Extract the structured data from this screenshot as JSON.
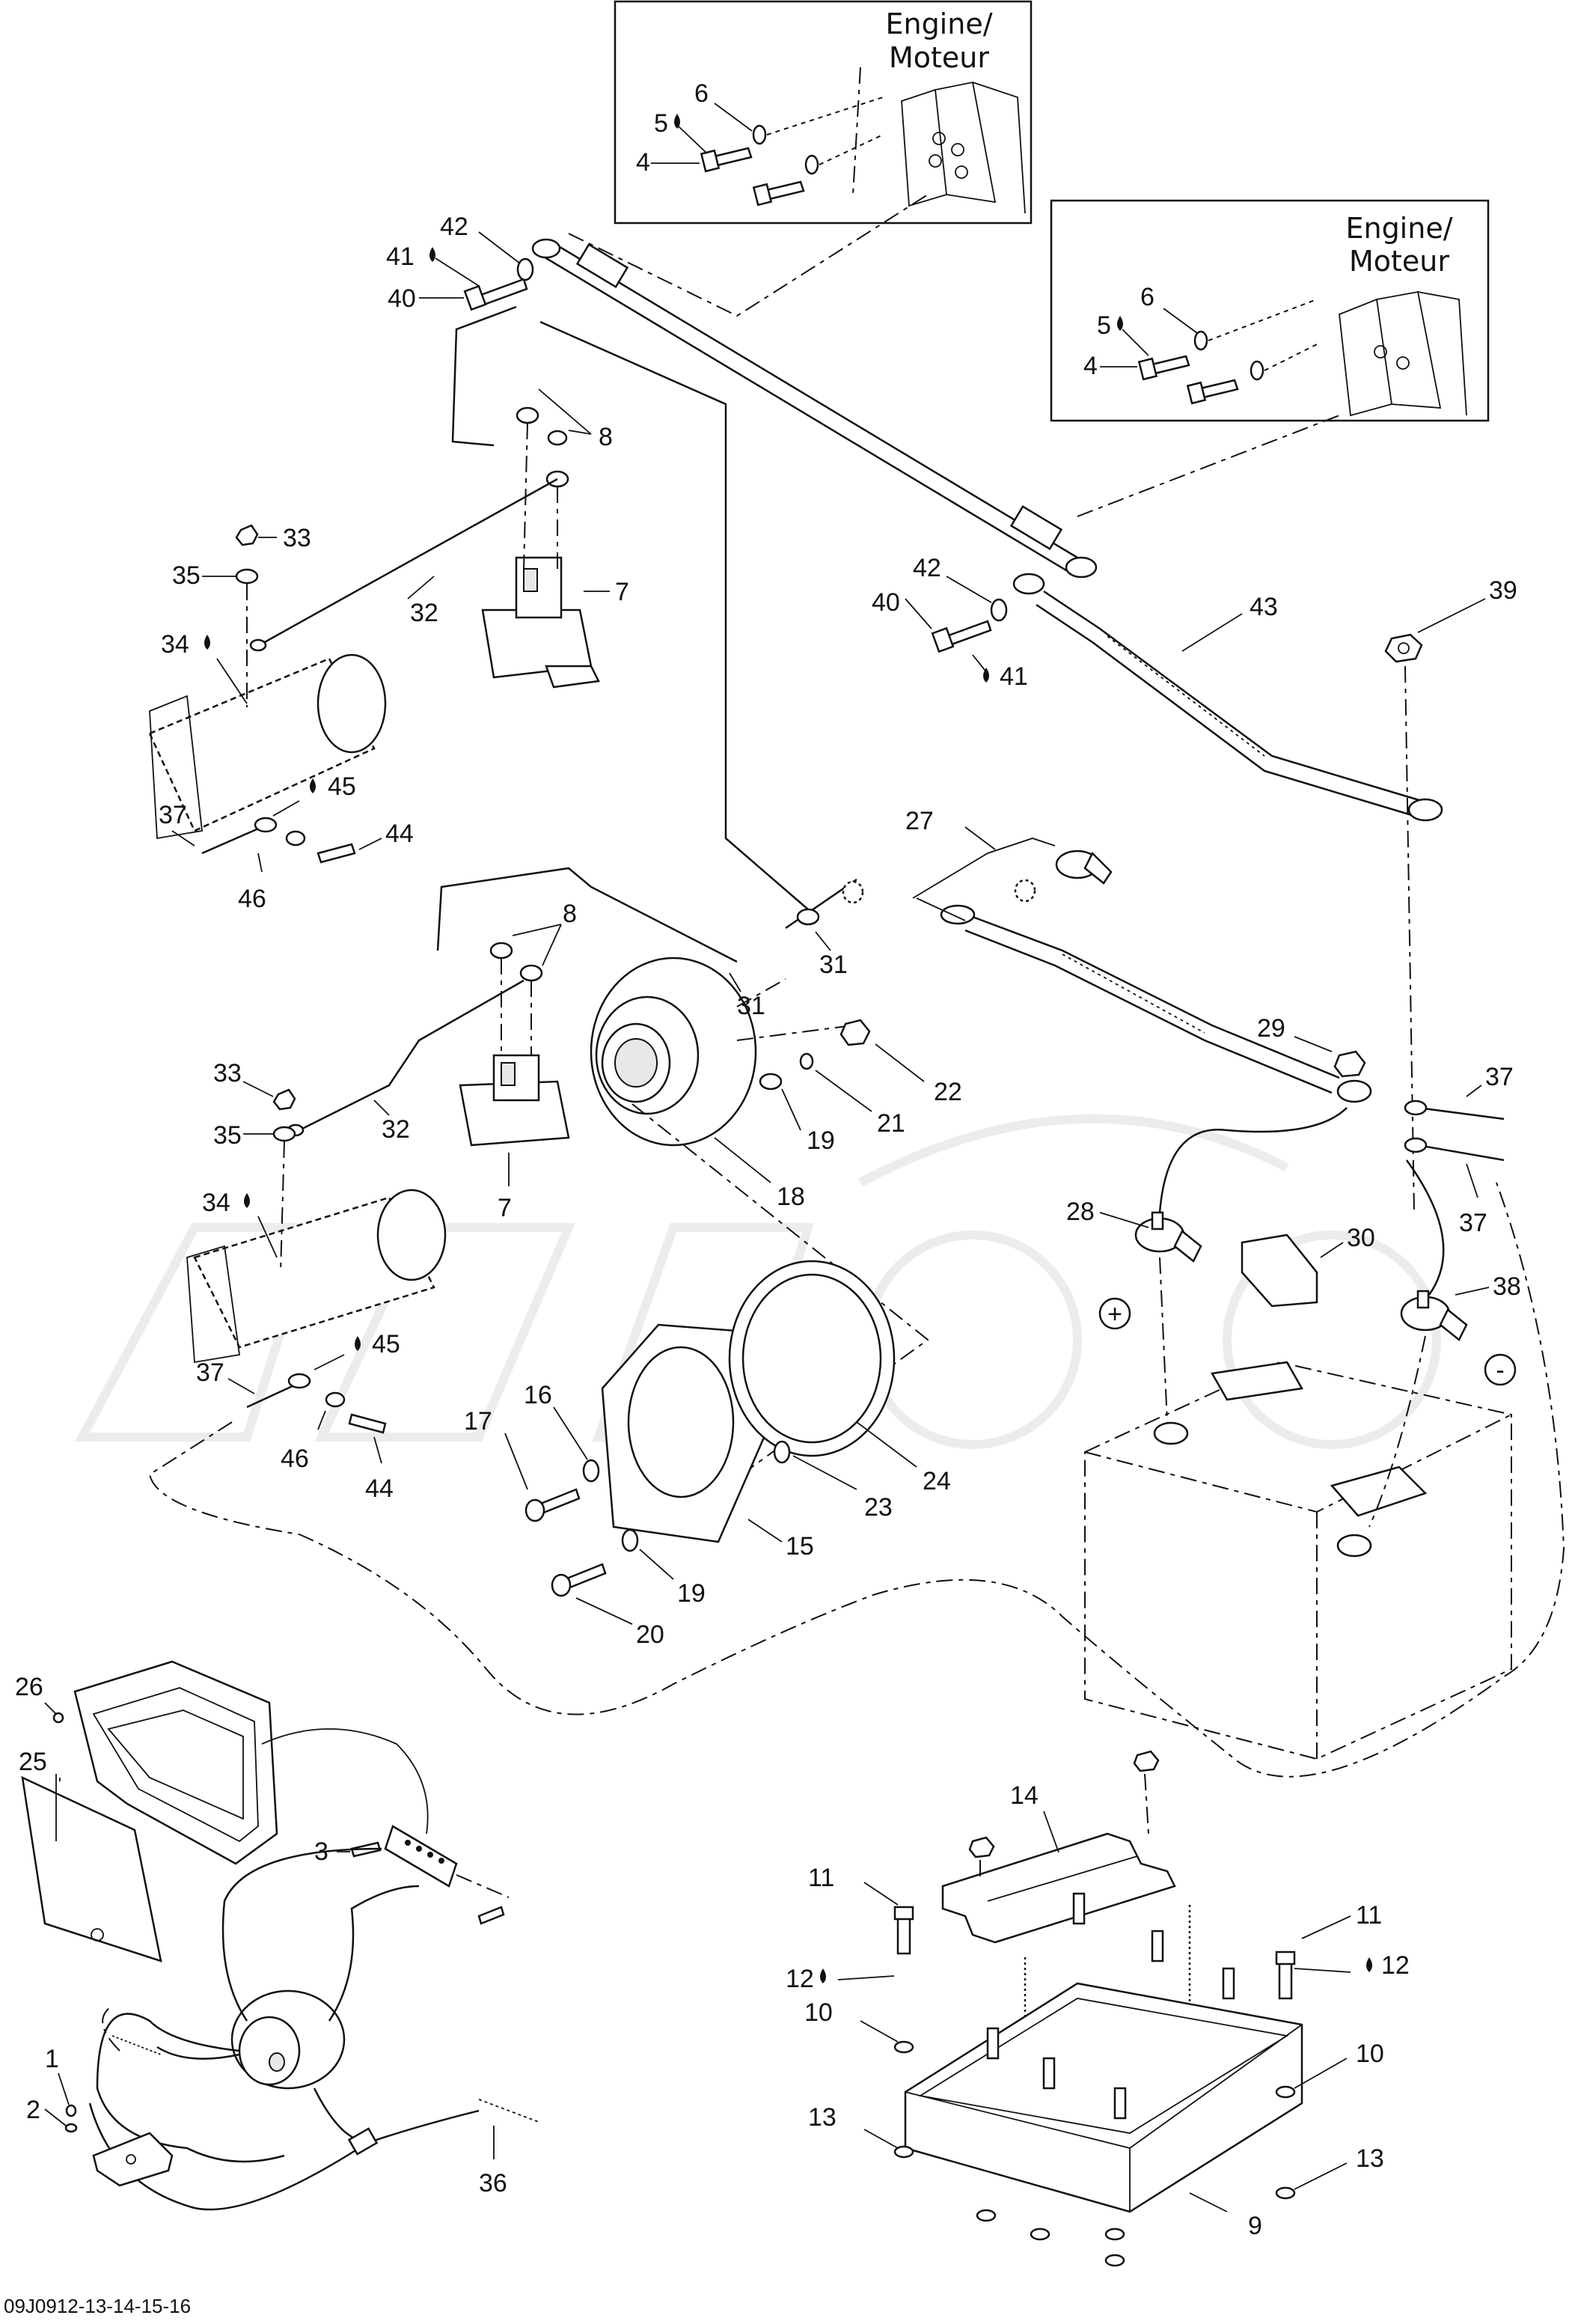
{
  "insets": [
    {
      "title_line1": "Engine/",
      "title_line2": "Moteur"
    },
    {
      "title_line1": "Engine/",
      "title_line2": "Moteur"
    }
  ],
  "labels": {
    "l4a": "4",
    "l5a": "5",
    "l6a": "6",
    "l4b": "4",
    "l5b": "5",
    "l6b": "6",
    "l42a": "42",
    "l41a": "41",
    "l40a": "40",
    "l8a": "8",
    "l33a": "33",
    "l35a": "35",
    "l32a": "32",
    "l7a": "7",
    "l34a": "34",
    "l45a": "45",
    "l37a": "37",
    "l44a": "44",
    "l46a": "46",
    "l42b": "42",
    "l40b": "40",
    "l41b": "41",
    "l43": "43",
    "l39": "39",
    "l27": "27",
    "l31a": "31",
    "l31b": "31",
    "l8b": "8",
    "l22": "22",
    "l21": "21",
    "l19a": "19",
    "l18": "18",
    "l29": "29",
    "l37b": "37",
    "l37c": "37",
    "l33b": "33",
    "l35b": "35",
    "l32b": "32",
    "l7b": "7",
    "l34b": "34",
    "l28": "28",
    "l30": "30",
    "l38": "38",
    "l45b": "45",
    "l37d": "37",
    "l17": "17",
    "l16": "16",
    "l46b": "46",
    "l44b": "44",
    "l24": "24",
    "l23": "23",
    "l15": "15",
    "l19b": "19",
    "l20": "20",
    "l26": "26",
    "l25": "25",
    "l3": "3",
    "l1": "1",
    "l2": "2",
    "l36": "36",
    "l14": "14",
    "l11a": "11",
    "l12a": "12",
    "l10a": "10",
    "l13a": "13",
    "l11b": "11",
    "l12b": "12",
    "l10b": "10",
    "l13b": "13",
    "l9": "9"
  },
  "terminal_symbols": {
    "plus": "+",
    "minus": "-"
  },
  "footer": {
    "code": "09J0912-13-14-15-16"
  }
}
